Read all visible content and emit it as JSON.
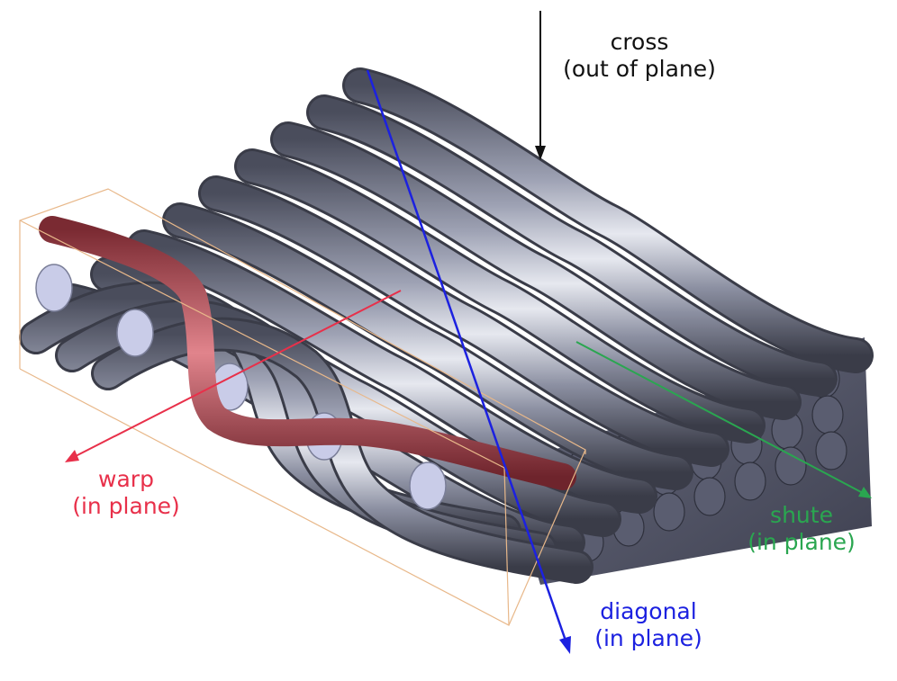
{
  "colors": {
    "warp": "#e8304a",
    "shute": "#2aa650",
    "diagonal": "#1c21e0",
    "cross": "#111111",
    "fiber": "#8f93a4",
    "fiber_highlight": "#e0e2ea",
    "fiber_end": "#c9cce8",
    "fiber_side": "#4d5062",
    "red_fiber": "#b85560",
    "bounding_box": "#e8b88a"
  },
  "labels": {
    "cross": {
      "line1": "cross",
      "line2": "(out of plane)"
    },
    "warp": {
      "line1": "warp",
      "line2": "(in plane)"
    },
    "shute": {
      "line1": "shute",
      "line2": "(in plane)"
    },
    "diagonal": {
      "line1": "diagonal",
      "line2": "(in plane)"
    }
  }
}
